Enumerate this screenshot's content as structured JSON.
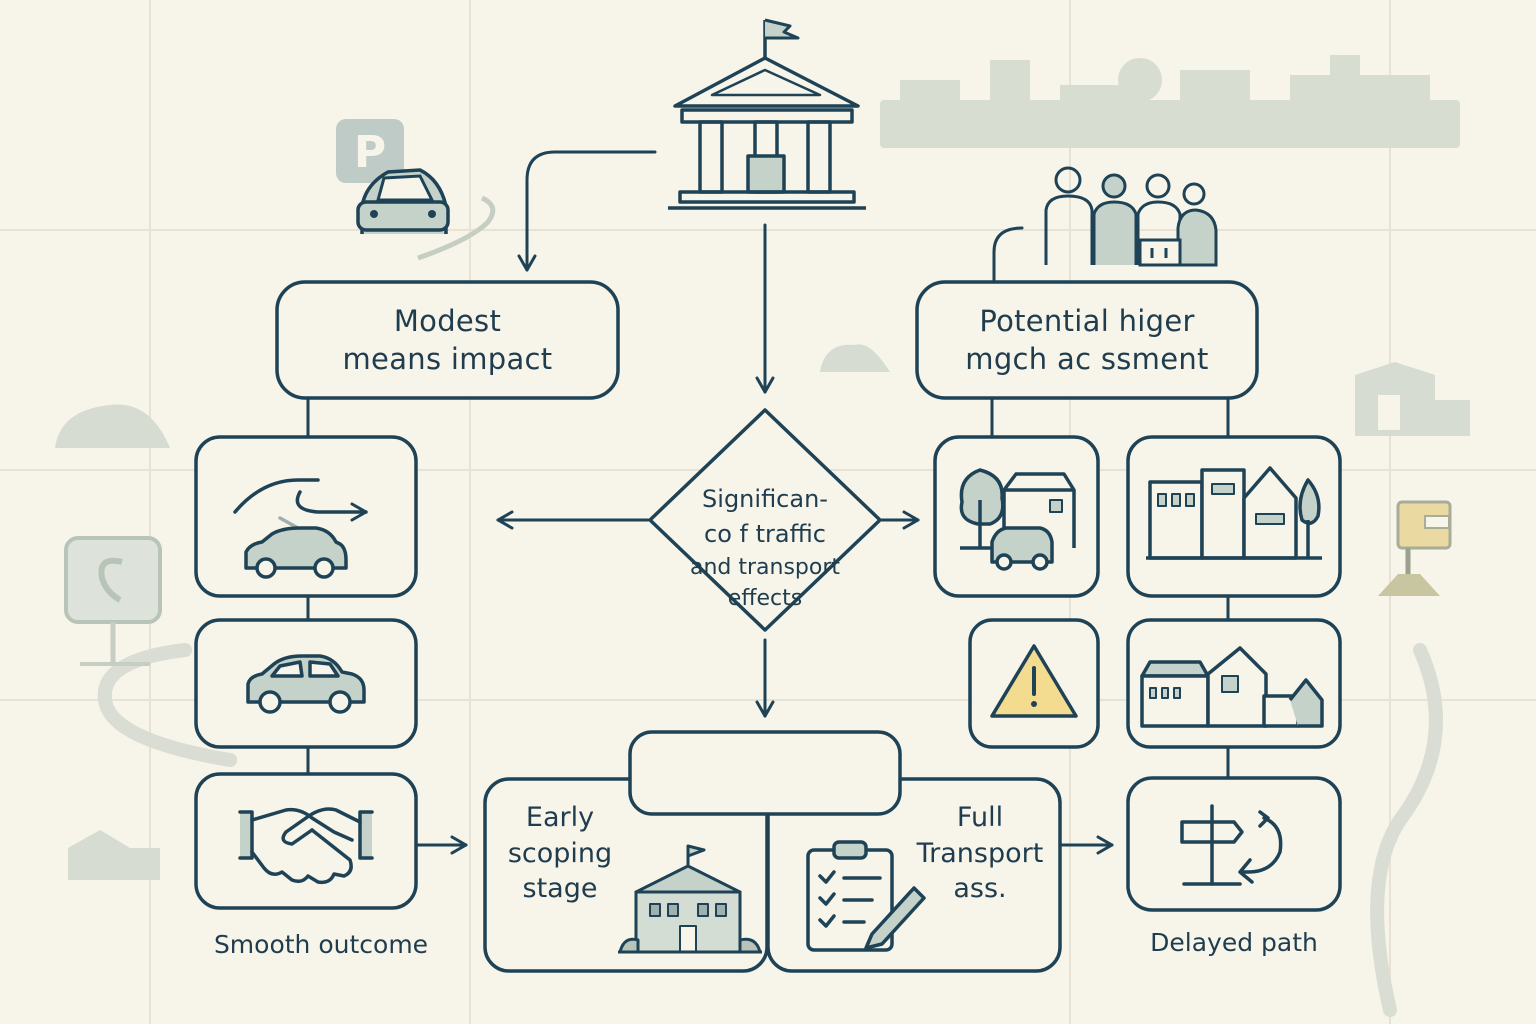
{
  "colors": {
    "ink": "#1f4356",
    "background": "#f7f4e9",
    "muted": "#b8c4b8",
    "warning": "#f3dc8f",
    "accent": "#e9d79a"
  },
  "nodes": {
    "modest": {
      "line1": "Modest",
      "line2": "means  impact"
    },
    "potential": {
      "line1": "Potential higer",
      "line2": "mgch ac ssment"
    },
    "decision": {
      "line1": "Significan-",
      "line2": "co f traffic",
      "line3": "and transport",
      "line4": "effects"
    },
    "early": {
      "line1": "Early",
      "line2": "scoping",
      "line3": "stage"
    },
    "full": {
      "line1": "Full",
      "line2": "Transport",
      "line3": "ass."
    }
  },
  "captions": {
    "smooth": "Smooth outcome",
    "delayed": "Delayed path"
  },
  "icons": {
    "top": "government-building-icon",
    "parking": "parking-sign-icon",
    "people": "people-group-icon",
    "warning": "warning-triangle-icon",
    "handshake": "handshake-icon",
    "clipboard": "checklist-clipboard-icon",
    "signpost": "signpost-icon"
  }
}
